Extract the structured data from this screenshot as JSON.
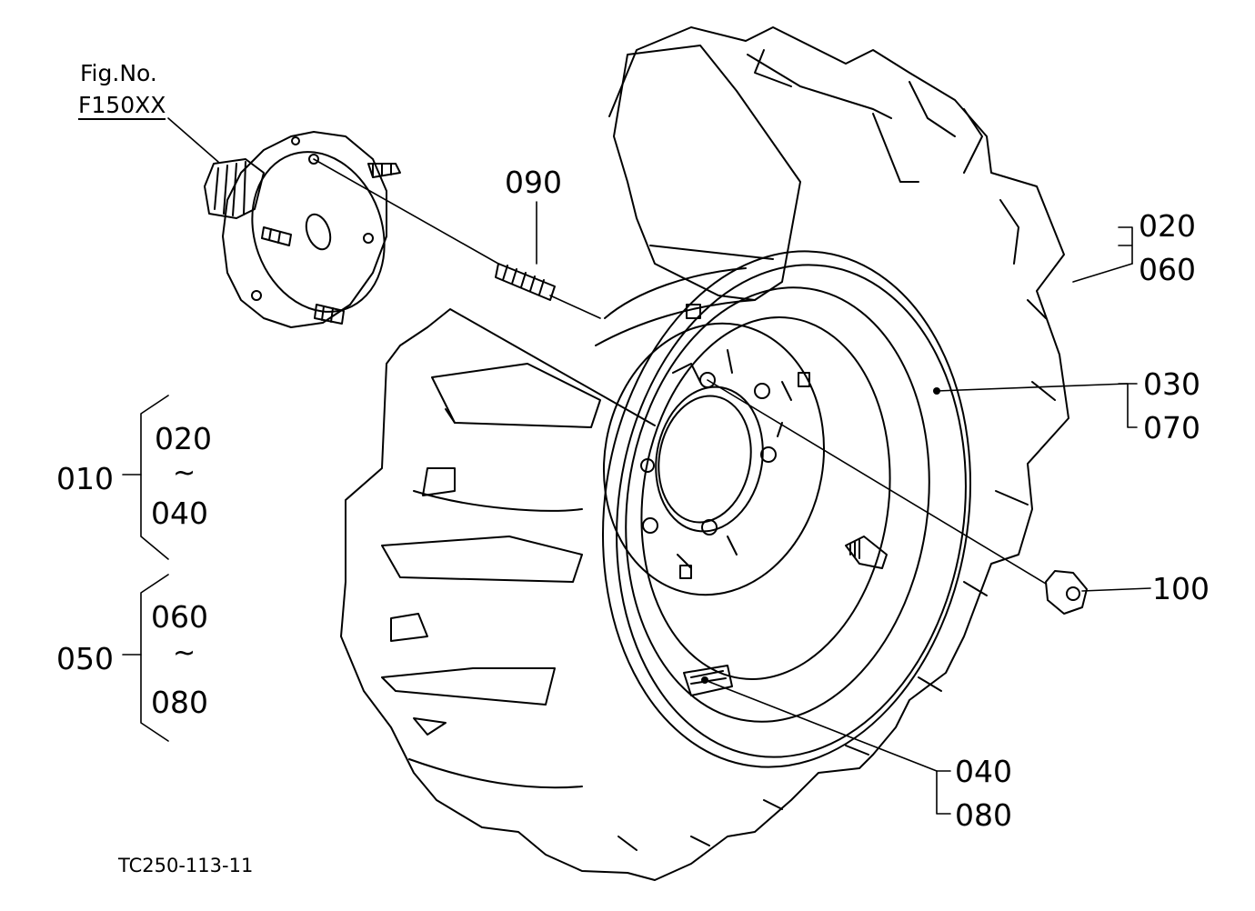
{
  "figure": {
    "fig_no_label": "Fig.No.",
    "fig_no_value": "F150XX",
    "drawing_code": "TC250-113-11"
  },
  "callouts": {
    "p090": "090",
    "p020a": "020",
    "p060a": "060",
    "p030": "030",
    "p070": "070",
    "p100": "100",
    "p040a": "040",
    "p080a": "080"
  },
  "groups": {
    "g010": {
      "label": "010",
      "from": "020",
      "tilde": "~",
      "to": "040"
    },
    "g050": {
      "label": "050",
      "from": "060",
      "tilde": "~",
      "to": "080"
    }
  },
  "colors": {
    "ink": "#000000",
    "paper": "#ffffff"
  }
}
